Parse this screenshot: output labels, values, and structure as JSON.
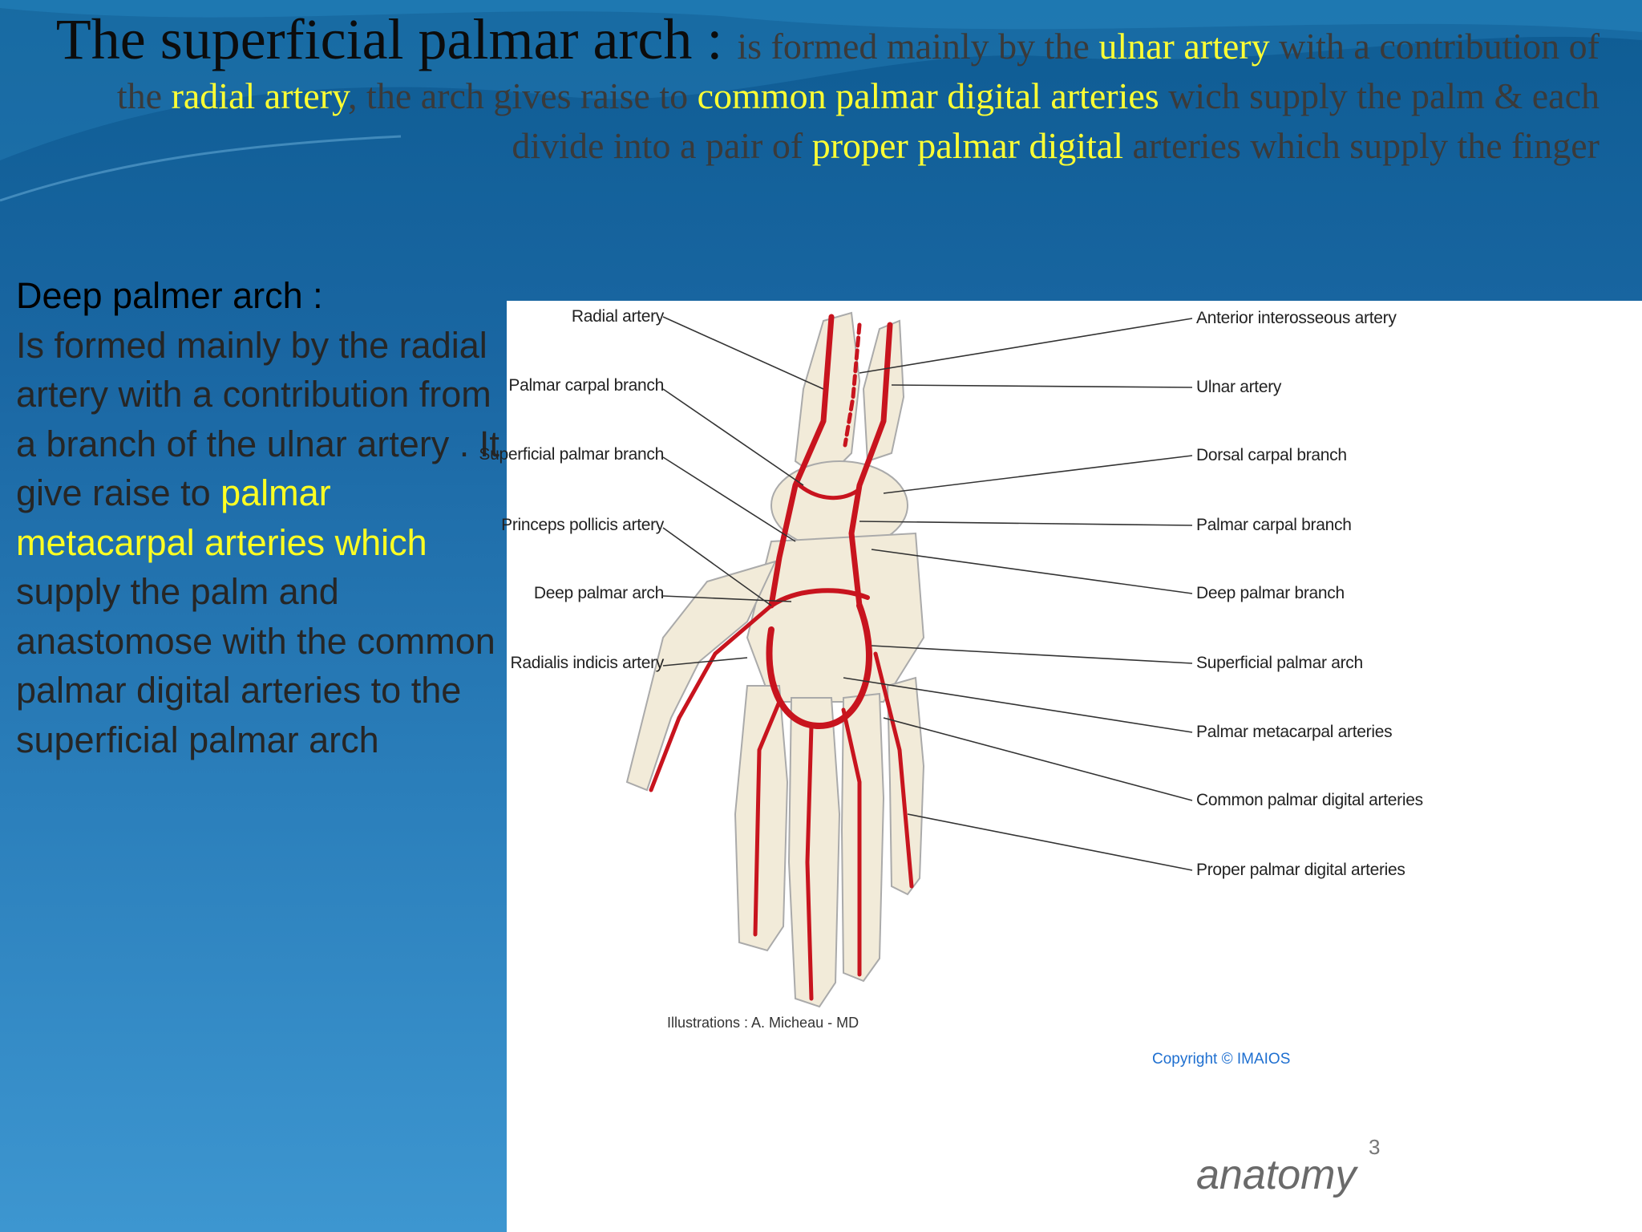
{
  "heading": {
    "title": "The superficial palmar arch",
    "colon": " : ",
    "t1": "is formed  mainly by the ",
    "h1": "ulnar artery",
    "t2": " with a contribution of  the ",
    "h2": "radial artery",
    "t3": ", the arch  gives raise to ",
    "h3": "common palmar digital arteries",
    "t4": " wich supply the palm  & each divide into a pair of ",
    "h4": "proper palmar digital",
    "t5": " arteries  which supply the finger"
  },
  "deep": {
    "title": "Deep palmer arch :",
    "t1": "Is formed mainly by the radial artery with a contribution from a branch of the ulnar artery . It give raise to ",
    "h1": "palmar metacarpal arteries which",
    "t2": " supply the palm and anastomose with the common palmar digital arteries to the superficial palmar arch"
  },
  "figure": {
    "left_labels": [
      "Radial artery",
      "Palmar carpal branch",
      "Superficial palmar branch",
      "Princeps pollicis artery",
      "Deep palmar arch",
      "Radialis indicis artery"
    ],
    "right_labels": [
      "Anterior interosseous artery",
      "Ulnar artery",
      "Dorsal carpal branch",
      "Palmar carpal branch",
      "Deep palmar branch",
      "Superficial palmar arch",
      "Palmar metacarpal arteries",
      "Common palmar digital arteries",
      "Proper palmar digital arteries"
    ],
    "credit": "Illustrations : A. Micheau - MD",
    "copyright": "Copyright © IMAIOS",
    "logo": "anatomy",
    "logo_sup": "3"
  },
  "colors": {
    "background": "#1a67a3",
    "highlight": "#ffff33",
    "artery": "#c8141e",
    "bone": "#f2ebd9"
  }
}
